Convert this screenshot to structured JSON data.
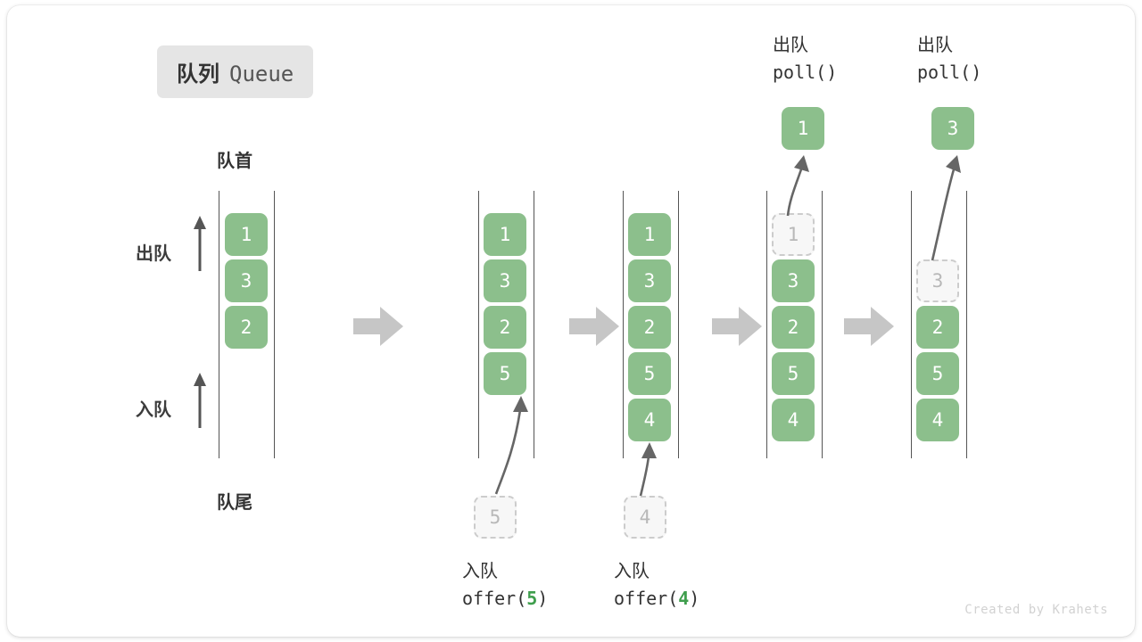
{
  "title": {
    "cn": "队列",
    "en": "Queue"
  },
  "captions": {
    "head": "队首",
    "tail": "队尾"
  },
  "side_labels": {
    "dequeue": "出队",
    "enqueue": "入队"
  },
  "watermark": "Created by Krahets",
  "colors": {
    "box_fill": "#8cbf8c",
    "box_text": "#ffffff",
    "ghost_fill": "#f7f7f7",
    "ghost_border": "#cccccc",
    "ghost_text": "#b8b8b8",
    "rail": "#555555",
    "step_arrow": "#c6c6c6",
    "badge_bg": "#e5e5e5",
    "accent_green": "#3f9e4d",
    "text": "#333333"
  },
  "columns": [
    {
      "id": "state-0",
      "items": [
        "1",
        "3",
        "2"
      ],
      "ghost_index": -1
    },
    {
      "id": "state-1",
      "items": [
        "1",
        "3",
        "2",
        "5"
      ],
      "ghost_index": -1
    },
    {
      "id": "state-2",
      "items": [
        "1",
        "3",
        "2",
        "5",
        "4"
      ],
      "ghost_index": -1
    },
    {
      "id": "state-3",
      "items": [
        "1",
        "3",
        "2",
        "5",
        "4"
      ],
      "ghost_index": 0
    },
    {
      "id": "state-4",
      "items": [
        "3",
        "2",
        "5",
        "4"
      ],
      "ghost_index": 0
    }
  ],
  "operations": [
    {
      "id": "offer-5",
      "cn": "入队",
      "fn": "offer(",
      "arg": "5",
      "close": ")",
      "ghost_value": "5"
    },
    {
      "id": "offer-4",
      "cn": "入队",
      "fn": "offer(",
      "arg": "4",
      "close": ")",
      "ghost_value": "4"
    },
    {
      "id": "poll-1",
      "cn": "出队",
      "fn": "poll(",
      "arg": "",
      "close": ")",
      "result_value": "1"
    },
    {
      "id": "poll-3",
      "cn": "出队",
      "fn": "poll(",
      "arg": "",
      "close": ")",
      "result_value": "3"
    }
  ],
  "icons": {
    "step": "step-arrow-icon",
    "up": "up-arrow-icon",
    "motion": "curved-motion-arrow-icon"
  }
}
